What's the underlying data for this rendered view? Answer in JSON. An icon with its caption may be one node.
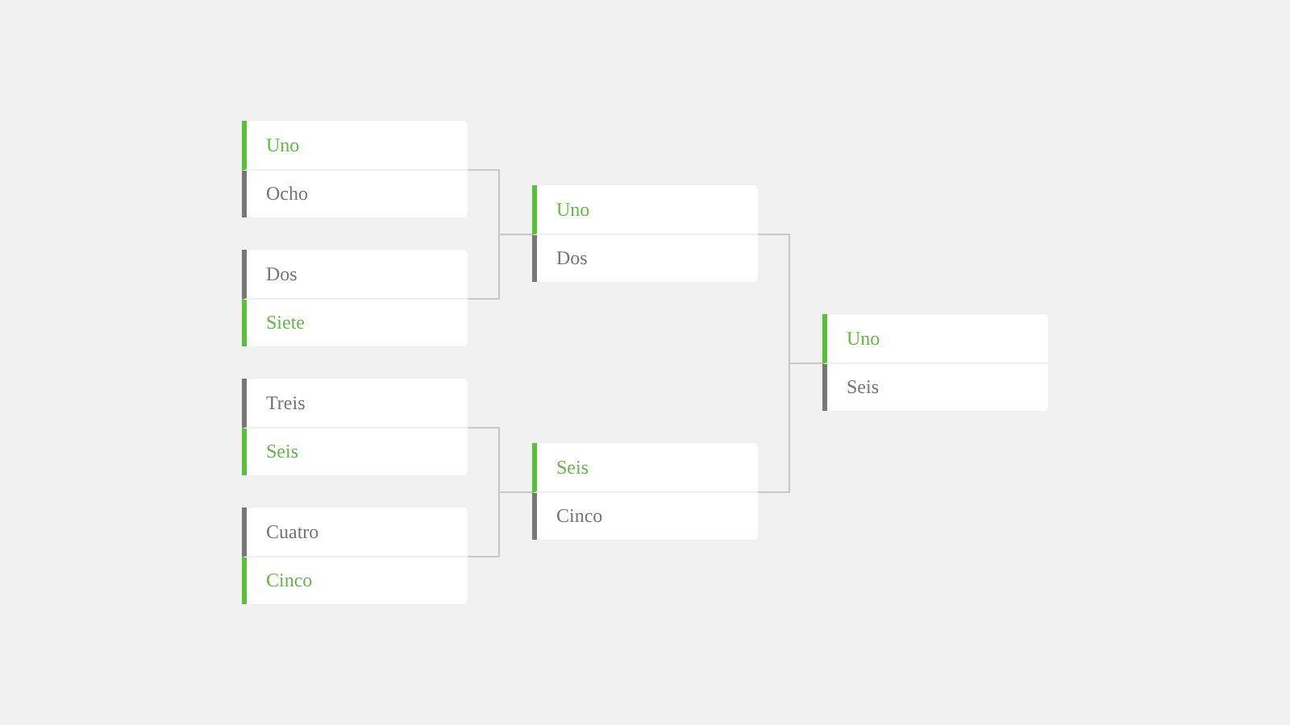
{
  "diagram": {
    "nodes": [
      {
        "text": [],
        "shape": "box"
      },
      {
        "text": [
          "Uno"
        ],
        "in": 0
      },
      {
        "text": [
          "Ocho"
        ],
        "in": 0
      },
      {
        "text": [],
        "shape": "box"
      },
      {
        "text": [
          "Dos"
        ],
        "in": 3
      },
      {
        "text": [
          "Siete"
        ],
        "in": 3
      },
      {
        "text": [],
        "shape": "box"
      },
      {
        "text": [
          "Treis"
        ],
        "in": 6
      },
      {
        "text": [
          "Seis"
        ],
        "in": 6
      },
      {
        "text": [],
        "shape": "box"
      },
      {
        "text": [
          "Cuatro"
        ],
        "in": 9
      },
      {
        "text": [
          "Cinco"
        ],
        "in": 9
      },
      {
        "text": [],
        "shape": "box"
      },
      {
        "text": [
          "Uno"
        ],
        "in": 12
      },
      {
        "text": [
          "Dos"
        ],
        "in": 12
      },
      {
        "text": [],
        "shape": "box"
      },
      {
        "text": [
          "Seis"
        ],
        "in": 15
      },
      {
        "text": [
          "Cinco"
        ],
        "in": 15
      },
      {
        "text": [],
        "shape": "box"
      },
      {
        "text": [
          "Uno"
        ],
        "in": 18
      },
      {
        "text": [
          "Seis"
        ],
        "in": 18
      }
    ],
    "edges": [
      {
        "from": 0,
        "to": 12,
        "arrow": "none"
      },
      {
        "from": 3,
        "to": 12,
        "arrow": "none"
      },
      {
        "from": 6,
        "to": 15,
        "arrow": "none"
      },
      {
        "from": 9,
        "to": 15,
        "arrow": "none"
      },
      {
        "from": 12,
        "to": 18,
        "arrow": "none"
      },
      {
        "from": 15,
        "to": 18,
        "arrow": "none"
      }
    ]
  }
}
